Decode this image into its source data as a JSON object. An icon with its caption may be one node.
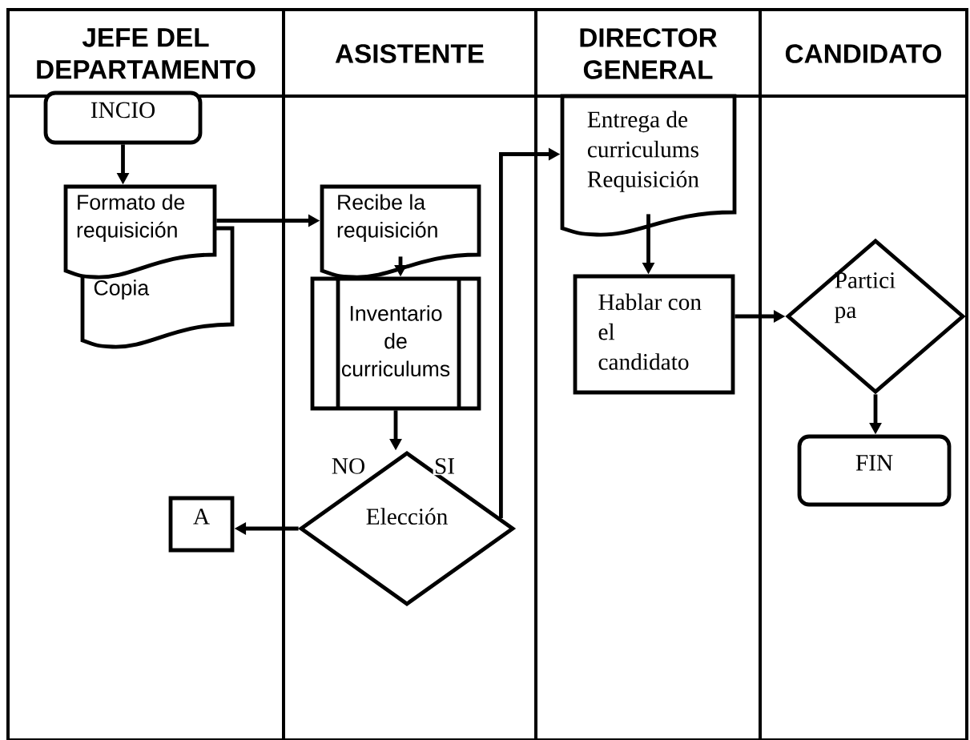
{
  "diagram": {
    "nodes": [
      {
        "text": [
          "JEFE DEL DEPARTAMENTO"
        ]
      },
      {
        "text": [
          "ASISTENTE"
        ]
      },
      {
        "text": [
          "DIRECTOR GENERAL"
        ]
      },
      {
        "text": [
          "CANDIDATO"
        ]
      },
      {
        "text": [
          "INCIO"
        ],
        "in": 0
      },
      {
        "text": [
          "Formato de requisición"
        ],
        "in": 0
      },
      {
        "text": [
          "Copia"
        ],
        "in": 0
      },
      {
        "text": [
          "Recibe la requisición"
        ],
        "in": 1
      },
      {
        "text": [
          "Inventario de curriculums"
        ],
        "in": 1
      },
      {
        "text": [
          "Elección"
        ],
        "in": 1
      },
      {
        "text": [
          "A"
        ],
        "in": 0
      },
      {
        "text": [
          "Entrega de curriculums Requisición"
        ],
        "in": 2
      },
      {
        "text": [
          "Hablar con el candidato"
        ],
        "in": 2
      },
      {
        "text": [
          "Partici pa"
        ],
        "in": 3
      },
      {
        "text": [
          "FIN"
        ],
        "in": 3
      }
    ],
    "edges": [
      {
        "from": 4,
        "to": 5,
        "arrow": "to"
      },
      {
        "from": 5,
        "to": 7,
        "arrow": "to"
      },
      {
        "from": 7,
        "to": 8,
        "arrow": "to"
      },
      {
        "from": 8,
        "to": 9,
        "arrow": "to"
      },
      {
        "from": 9,
        "to": 10,
        "label": "NO",
        "arrow": "to"
      },
      {
        "from": 9,
        "to": 11,
        "label": "SI",
        "arrow": "to"
      },
      {
        "from": 11,
        "to": 12,
        "arrow": "to"
      },
      {
        "from": 12,
        "to": 13,
        "arrow": "to"
      },
      {
        "from": 13,
        "to": 14,
        "arrow": "to"
      }
    ]
  }
}
